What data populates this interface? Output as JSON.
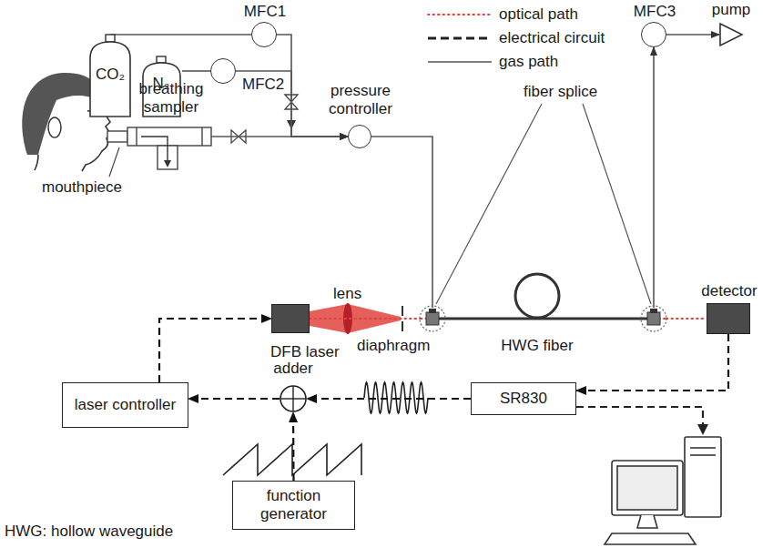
{
  "diagram": {
    "nodes": [
      {
        "text": [
          "CO₂"
        ]
      },
      {
        "text": [
          "N₂"
        ]
      },
      {
        "text": [
          "MFC1"
        ]
      },
      {
        "text": [
          "MFC2"
        ]
      },
      {
        "text": [
          "breathing sampler"
        ]
      },
      {
        "text": [
          "pressure controller"
        ]
      },
      {
        "text": [
          "MFC3"
        ]
      },
      {
        "text": [
          "pump"
        ]
      },
      {
        "text": [
          "DFB laser"
        ]
      },
      {
        "text": [
          "HWG fiber"
        ]
      },
      {
        "text": [
          "detector"
        ]
      },
      {
        "text": [
          "laser controller"
        ]
      },
      {
        "text": [
          "adder"
        ]
      },
      {
        "text": [
          "SR830"
        ]
      },
      {
        "text": [
          "function generator"
        ]
      }
    ],
    "edges": [
      {
        "from": 0,
        "to": 2,
        "arrow": "none"
      },
      {
        "from": 1,
        "to": 3,
        "arrow": "none"
      },
      {
        "from": 2,
        "to": 5,
        "arrow": "to"
      },
      {
        "from": 3,
        "to": 5,
        "arrow": "to"
      },
      {
        "from": 4,
        "to": 5,
        "arrow": "to"
      },
      {
        "from": 5,
        "to": 9,
        "arrow": "none"
      },
      {
        "from": 9,
        "to": 6,
        "arrow": "to"
      },
      {
        "from": 6,
        "to": 7,
        "arrow": "to"
      },
      {
        "from": 8,
        "to": 9,
        "arrow": "none"
      },
      {
        "from": 9,
        "to": 10,
        "arrow": "none"
      },
      {
        "from": 10,
        "to": 13,
        "arrow": "to"
      },
      {
        "from": 13,
        "to": 12,
        "arrow": "to"
      },
      {
        "from": 14,
        "to": 12,
        "arrow": "to"
      },
      {
        "from": 12,
        "to": 11,
        "arrow": "to"
      },
      {
        "from": 11,
        "to": 8,
        "arrow": "to"
      }
    ],
    "labels": [
      "lens",
      "diaphragm",
      "fiber splice",
      "mouthpiece",
      "HWG: hollow waveguide"
    ],
    "legend": [
      {
        "text": "optical path"
      },
      {
        "text": "electrical circuit"
      },
      {
        "text": "gas path"
      }
    ]
  }
}
